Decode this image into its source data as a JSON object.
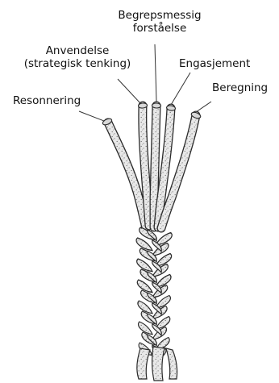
{
  "labels": {
    "begrepsmessig_line1": "Begrepsmessig",
    "begrepsmessig_line2": "forståelse",
    "anvendelse_line1": "Anvendelse",
    "anvendelse_line2": "(strategisk tenking)",
    "engasjement": "Engasjement",
    "beregning": "Beregning",
    "resonnering": "Resonnering"
  },
  "colors": {
    "text": "#111111",
    "strand_stroke": "#2b2b2b",
    "strand_fill": "#e4e4e4",
    "strand_dots": "#7a7a7a"
  }
}
